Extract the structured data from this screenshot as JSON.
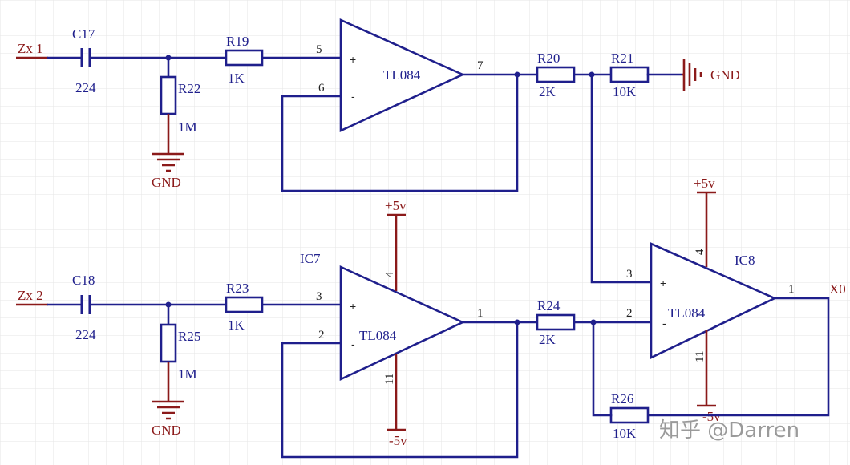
{
  "nets": {
    "input1": "Zx  1",
    "input2": "Zx  2",
    "output": "X0",
    "gnd": "GND",
    "pos_supply": "+5v",
    "neg_supply": "-5v"
  },
  "components": {
    "C17": {
      "ref": "C17",
      "value": "224"
    },
    "C18": {
      "ref": "C18",
      "value": "224"
    },
    "R19": {
      "ref": "R19",
      "value": "1K"
    },
    "R20": {
      "ref": "R20",
      "value": "2K"
    },
    "R21": {
      "ref": "R21",
      "value": "10K"
    },
    "R22": {
      "ref": "R22",
      "value": "1M"
    },
    "R23": {
      "ref": "R23",
      "value": "1K"
    },
    "R24": {
      "ref": "R24",
      "value": "2K"
    },
    "R25": {
      "ref": "R25",
      "value": "1M"
    },
    "R26": {
      "ref": "R26",
      "value": "10K"
    }
  },
  "opamps": {
    "top": {
      "part": "TL084",
      "pin_in_pos": "5",
      "pin_in_neg": "6",
      "pin_out": "7"
    },
    "ic7": {
      "ref": "IC7",
      "part": "TL084",
      "pin_in_pos": "3",
      "pin_in_neg": "2",
      "pin_out": "1",
      "pin_vpos": "4",
      "pin_vneg": "11"
    },
    "ic8": {
      "ref": "IC8",
      "part": "TL084",
      "pin_in_pos": "3",
      "pin_in_neg": "2",
      "pin_out": "1",
      "pin_vpos": "4",
      "pin_vneg": "11"
    }
  },
  "signs": {
    "plus": "+",
    "minus": "-"
  },
  "watermark": "知乎 @Darren",
  "colors": {
    "wire": "#1f1f8c",
    "pin": "#8b1a1a",
    "grid": "#e6e6e6"
  }
}
